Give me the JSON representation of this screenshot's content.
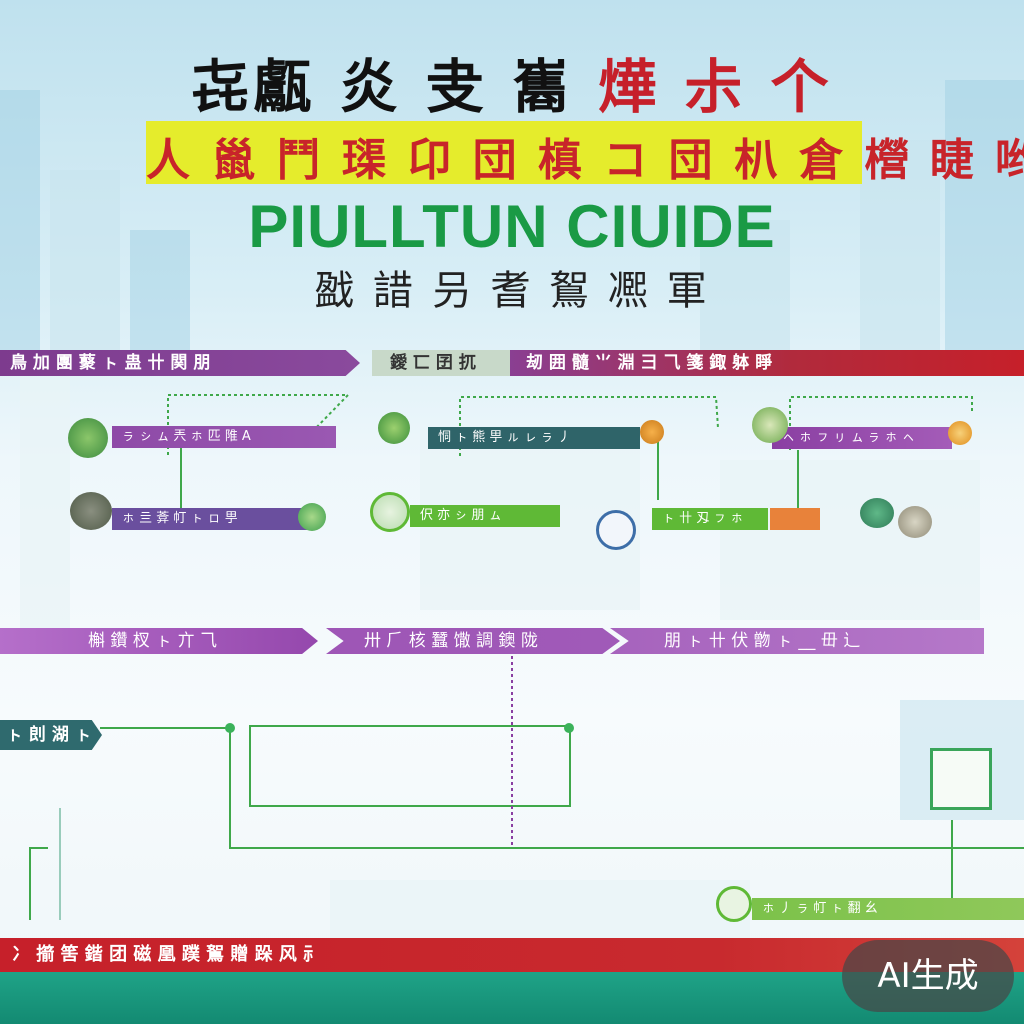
{
  "header": {
    "title_black": "㐂甗 炎 叏 巂",
    "title_red": "燁 尗 个",
    "subtitle_band": "人 巤 鬥  璖 卬  団  槙 コ  団  朳  倉 櫿 睫 哟",
    "english_title": "PIULLTUN CIUIDE",
    "caption": "戤 諎 叧  耆 鴽 凞 軍"
  },
  "top_band": {
    "left_label": "鳥 加 團  藂 ㇳ  蛊 卄 関 朋",
    "center_label": "鑀  匸 囝 扤",
    "right_label": "刼  囲 髓  ⺌ 淵 ⺕ ⺄  箋 鋷 躰 睜"
  },
  "bars": {
    "row1_left": "ㇻ ㇱ ㇺ 兲 ㇹ 匹 陮      A",
    "row1_mid": "恫 ㇳ 熊 甼 ㇽ ㇾ ㇻ  丿",
    "row1_right": "ㇸ ㇹ ㇷ ㇼ ㇺ ㇻ ㇹ ㇸ",
    "row2_left": "ㇹ 亖 葊 帄 ㇳ  ㇿ 甼",
    "row2_mid": "伬 亦 ㇱ 朋 ㇺ",
    "row2_right": "ㇳ 卄 刄 ㇷ ㇹ"
  },
  "mid_band": {
    "left": "槲 鑽 杈 ㇳ     亣 ⺄",
    "center": "卅  ⺁ 核  蠶  馓 調 鐭 陇",
    "right": "朋 ㇳ 卄 伏 朆 ㇳ __ 毌 ⻌"
  },
  "side_label": "ㇳ 剆 湖 ㇳ",
  "bottom_bar": "ㇹ 丿 ㇻ 帄 ㇳ 翻 ⺓",
  "bottom_band": "冫 擶 筈 鍇 团 磁 凰 蹼 鴽 贈 跺 风 ⺬",
  "watermark": "AI生成",
  "colors": {
    "purple": "#8a3fa2",
    "red": "#c6202a",
    "green": "#1a9a45",
    "yellow": "#e5ec2c",
    "teal": "#1e9e82"
  }
}
